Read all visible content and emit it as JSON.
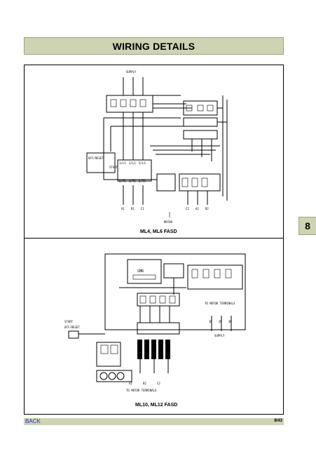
{
  "header": {
    "title": "WIRING DETAILS"
  },
  "section_tab": {
    "label": "8"
  },
  "diagram1": {
    "caption": "ML4, ML6 FASD",
    "supply_label": "SUPPLY",
    "motor_label": "MOTOR",
    "off_reset_label": "OFF/RESET",
    "start_label": "START",
    "contact_top": [
      "1/L1",
      "3/L2",
      "5/L3"
    ],
    "contact_bottom": [
      "2/T1",
      "4/T2",
      "6/T3"
    ],
    "motor_terminals": [
      "A1",
      "B1",
      "C1",
      "C2",
      "A2",
      "B2"
    ]
  },
  "diagram2": {
    "caption": "ML10, ML12 FASD",
    "smr_label": "SMR",
    "to_motor_terminals_label": "TO MOTOR TERMINALS",
    "supply_label": "SUPPLY",
    "off_reset_label": "OFF/RESET",
    "start_label": "START",
    "bottom_terminals": [
      "A2",
      "B2",
      "C2"
    ],
    "supply_terminals": [
      "1N",
      "2N",
      "3N"
    ]
  },
  "footer": {
    "back_label": "BACK",
    "page_number": "8/43"
  }
}
